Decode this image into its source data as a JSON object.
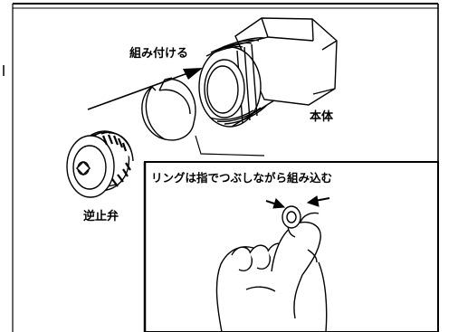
{
  "labels": {
    "assemble": "組み付ける",
    "body": "本体",
    "check_valve": "逆止弁",
    "inset_instruction": "リングは指でつぶしながら組み込む"
  },
  "parts": [
    {
      "name": "check-valve",
      "label_key": "check_valve"
    },
    {
      "name": "ring"
    },
    {
      "name": "body",
      "label_key": "body"
    }
  ],
  "colors": {
    "line": "#000000",
    "background": "#ffffff"
  }
}
